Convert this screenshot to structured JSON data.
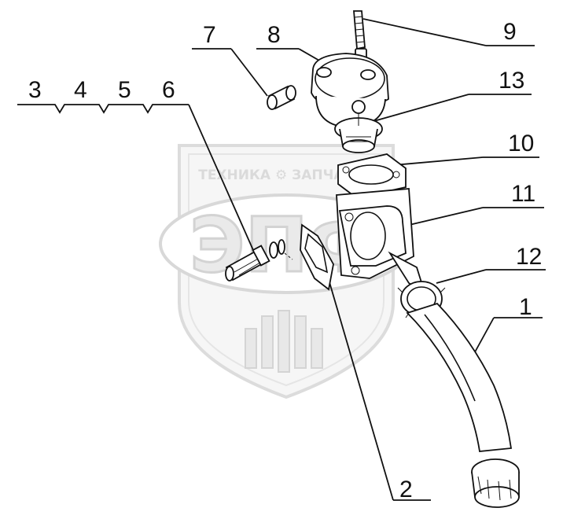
{
  "watermark": {
    "text": "ТЕХНИКА ⚙ ЗАПЧАСТИ",
    "logo": "ЭПФ"
  },
  "callouts": {
    "c1": "1",
    "c2": "2",
    "c3": "3",
    "c4": "4",
    "c5": "5",
    "c6": "6",
    "c7": "7",
    "c8": "8",
    "c9": "9",
    "c10": "10",
    "c11": "11",
    "c12": "12",
    "c13": "13"
  }
}
